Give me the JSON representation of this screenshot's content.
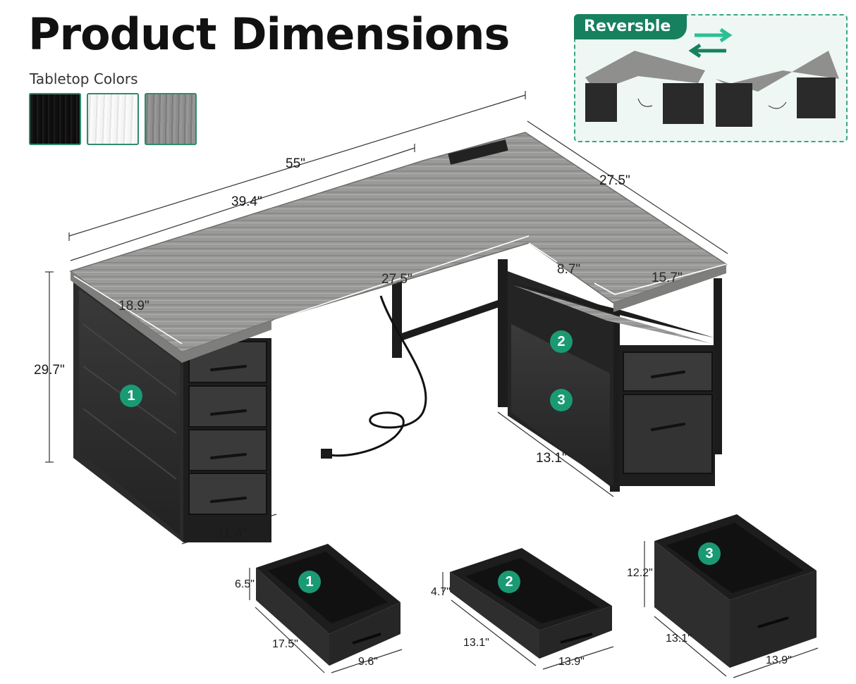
{
  "header": {
    "title": "Product Dimensions",
    "subtitle": "Tabletop Colors"
  },
  "colors": {
    "accent": "#1a9a73",
    "swatches": [
      "#121212",
      "#f1f1f1",
      "#8a8a8a"
    ]
  },
  "reverse_panel": {
    "label": "Reversble"
  },
  "desk_dimensions": {
    "total_length": "55\"",
    "left_length": "39.4\"",
    "side_depth": "27.5\"",
    "depth": "18.9\"",
    "inner_length": "27.5\"",
    "shelf_gap": "8.7\"",
    "return_width": "15.7\"",
    "height": "29.7\"",
    "drawer_tower_width": "11.4\"",
    "cabinet_depth": "13.1\""
  },
  "drawers": [
    {
      "number": "1",
      "height": "6.5\"",
      "depth": "17.5\"",
      "width": "9.6\""
    },
    {
      "number": "2",
      "height": "4.7\"",
      "depth": "13.1\"",
      "width": "13.9\""
    },
    {
      "number": "3",
      "height": "12.2\"",
      "depth": "13.1\"",
      "width": "13.9\""
    }
  ],
  "desk_badges": [
    "1",
    "2",
    "3"
  ]
}
